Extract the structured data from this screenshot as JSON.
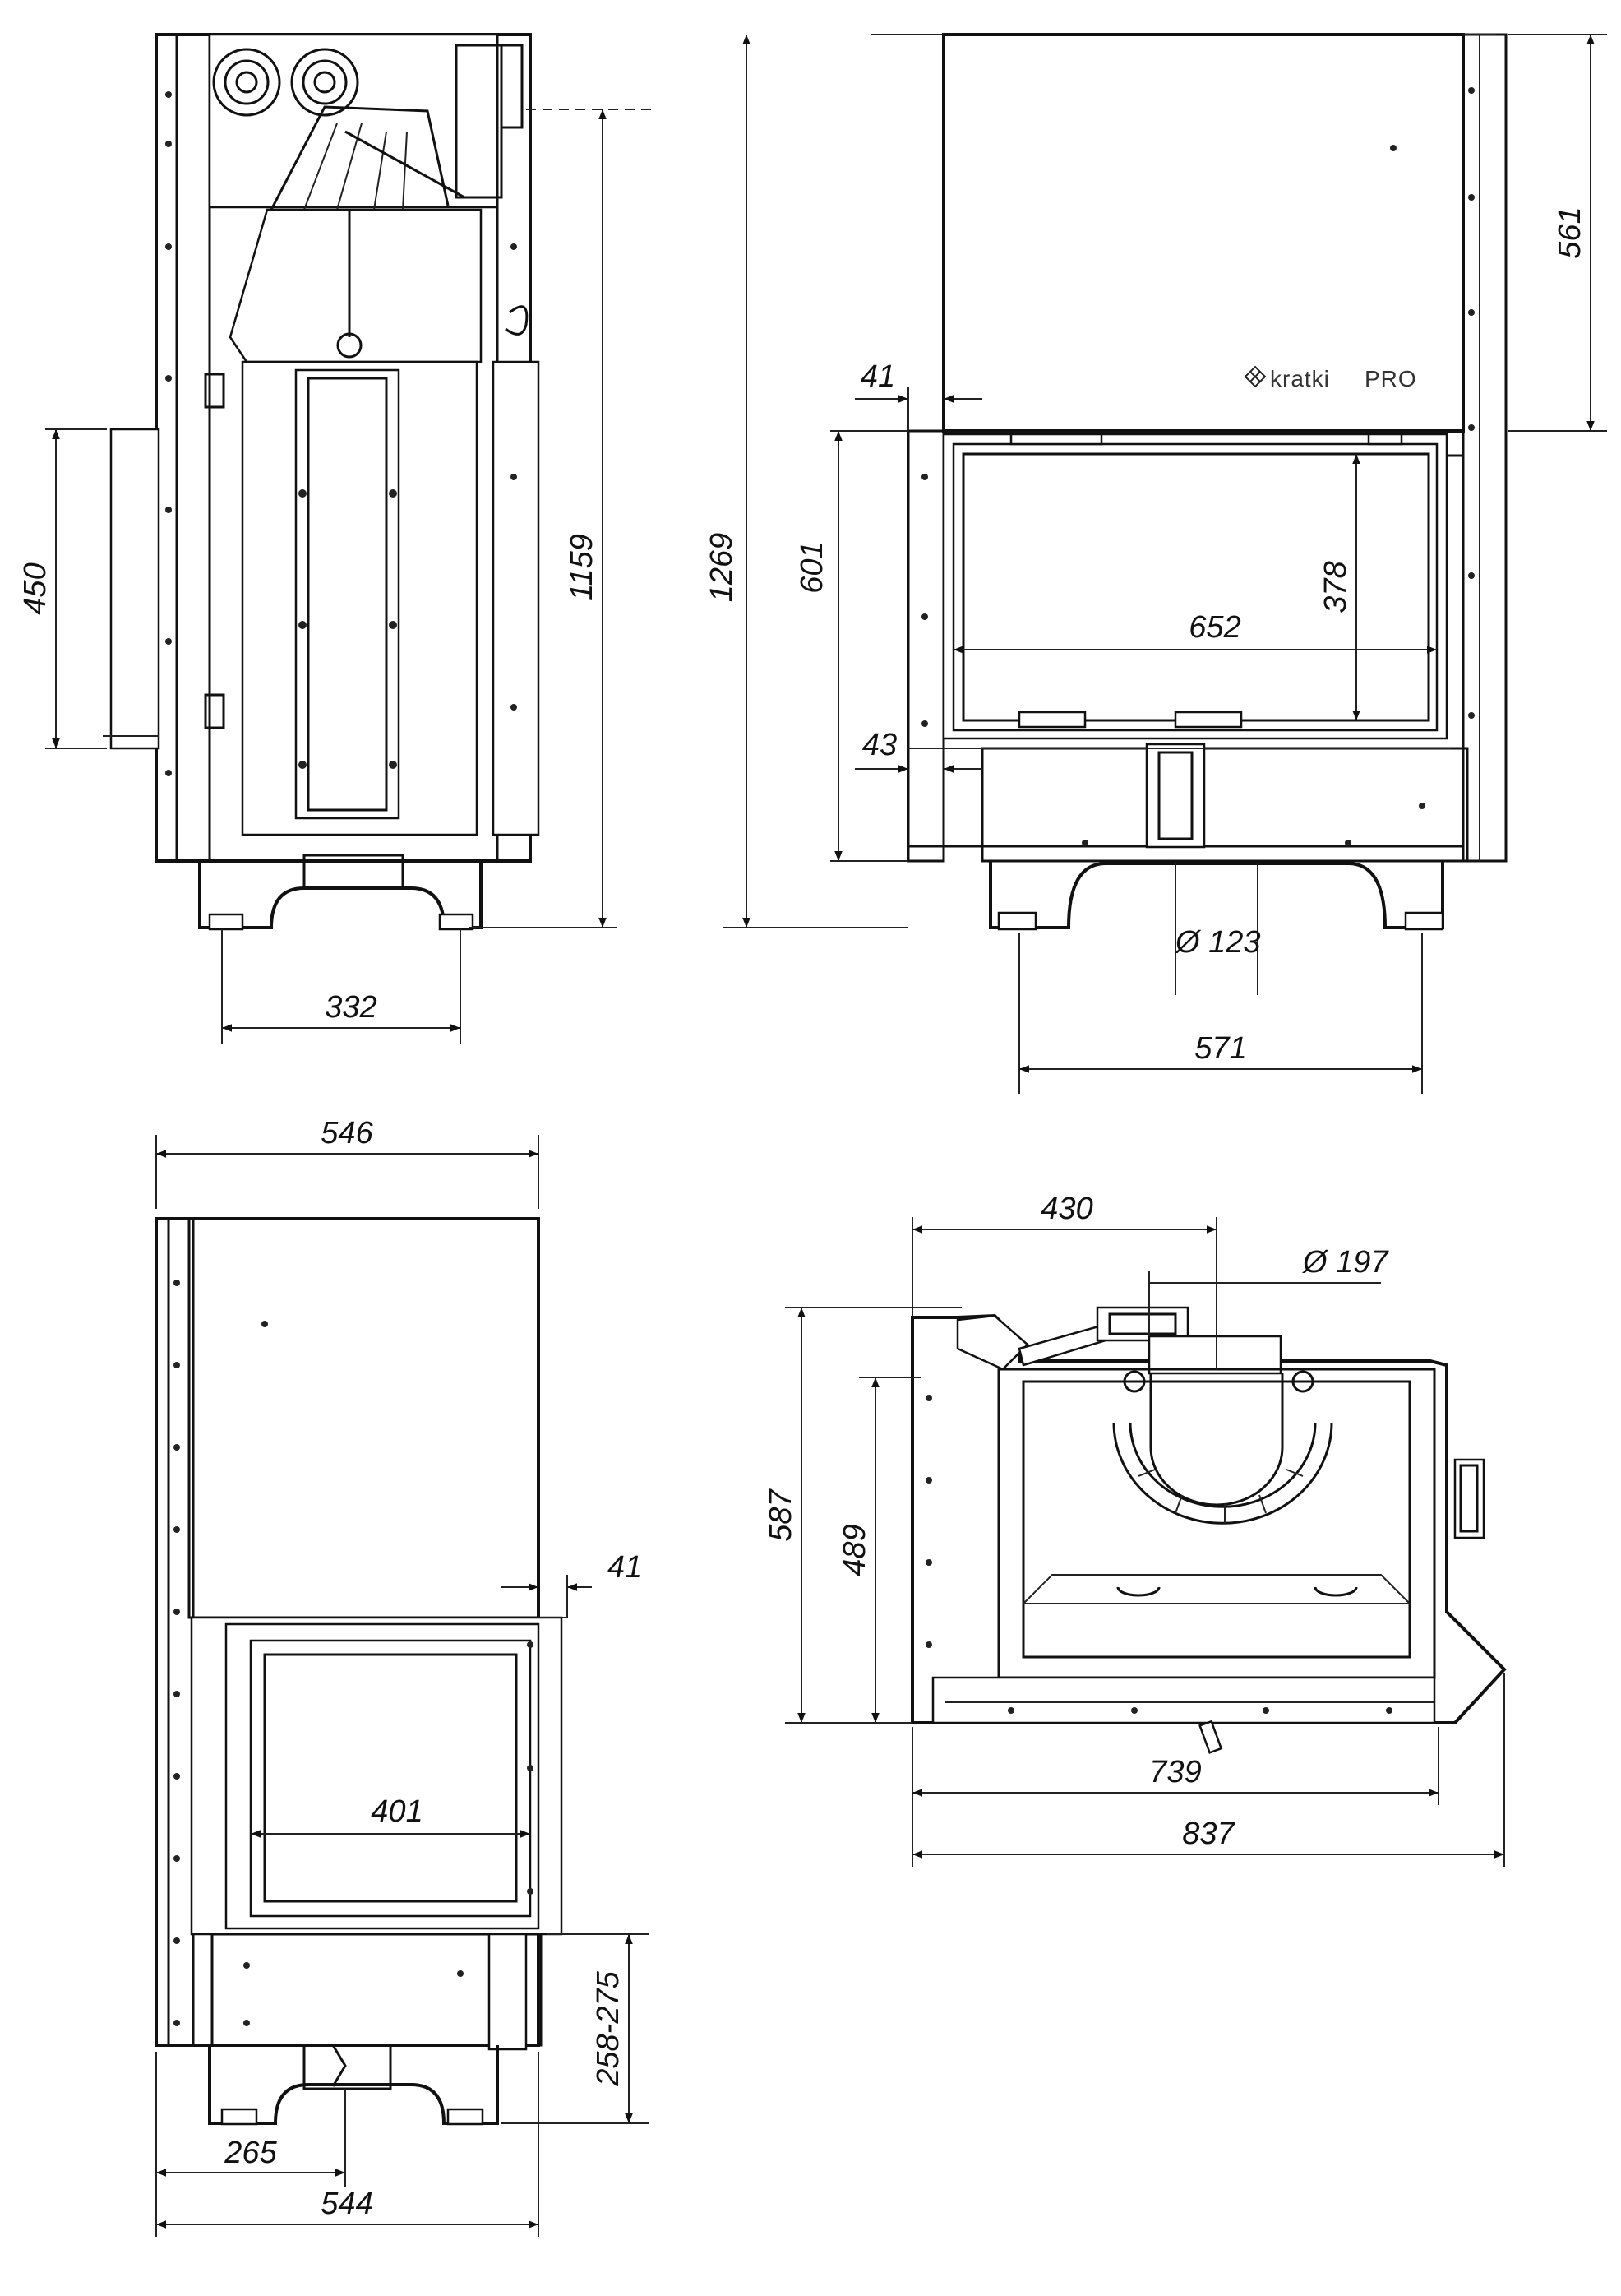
{
  "brand": {
    "logo_text": "kratki",
    "logo_suffix": "PRO"
  },
  "views": {
    "side_top": {
      "dims": {
        "height_450": "450",
        "height_1159": "1159",
        "width_332": "332"
      }
    },
    "front_top": {
      "dims": {
        "height_1269": "1269",
        "height_561": "561",
        "offset_41": "41",
        "height_601": "601",
        "offset_43": "43",
        "glass_height_378": "378",
        "glass_width_652": "652",
        "duct_123": "Ø 123",
        "width_571": "571"
      }
    },
    "side_bottom": {
      "dims": {
        "width_546": "546",
        "offset_41": "41",
        "glass_width_401": "401",
        "leg_range": "258-275",
        "width_265": "265",
        "width_544": "544"
      }
    },
    "top_view": {
      "dims": {
        "width_430": "430",
        "duct_197": "Ø 197",
        "depth_587": "587",
        "depth_489": "489",
        "width_739": "739",
        "width_837": "837"
      }
    }
  },
  "colors": {
    "line": "#111111",
    "background": "#ffffff"
  }
}
